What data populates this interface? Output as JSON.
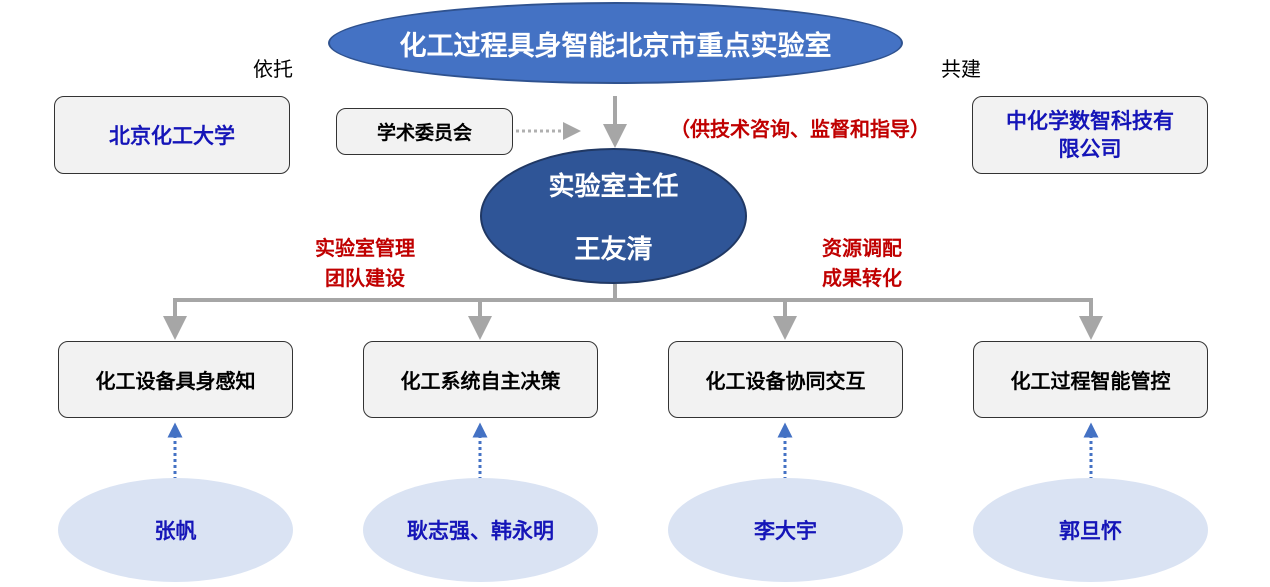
{
  "title": "化工过程具身智能北京市重点实验室",
  "relation_left": "依托",
  "relation_right": "共建",
  "partner_left": "北京化工大学",
  "partner_right": "中化学数智科技有限公司",
  "committee": "学术委员会",
  "committee_note": "（供技术咨询、监督和指导）",
  "director": {
    "role": "实验室主任",
    "name": "王友清"
  },
  "duties_left": [
    "实验室管理",
    "团队建设"
  ],
  "duties_right": [
    "资源调配",
    "成果转化"
  ],
  "departments": [
    {
      "name": "化工设备具身感知",
      "lead": "张帆"
    },
    {
      "name": "化工系统自主决策",
      "lead": "耿志强、韩永明"
    },
    {
      "name": "化工设备协同交互",
      "lead": "李大宇"
    },
    {
      "name": "化工过程智能管控",
      "lead": "郭旦怀"
    }
  ]
}
